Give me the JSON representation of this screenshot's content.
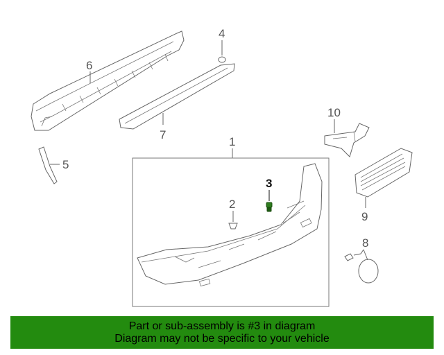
{
  "callouts": {
    "c1": "1",
    "c2": "2",
    "c3": "3",
    "c4": "4",
    "c5": "5",
    "c6": "6",
    "c7": "7",
    "c8": "8",
    "c9": "9",
    "c10": "10"
  },
  "highlighted_part": "3",
  "colors": {
    "banner": "#238b0f",
    "highlight_part": "#2e7d1e",
    "line": "#666666"
  },
  "banner": {
    "line1": "Part or sub-assembly is #3 in diagram",
    "line2": "Diagram may not be specific to your vehicle"
  }
}
